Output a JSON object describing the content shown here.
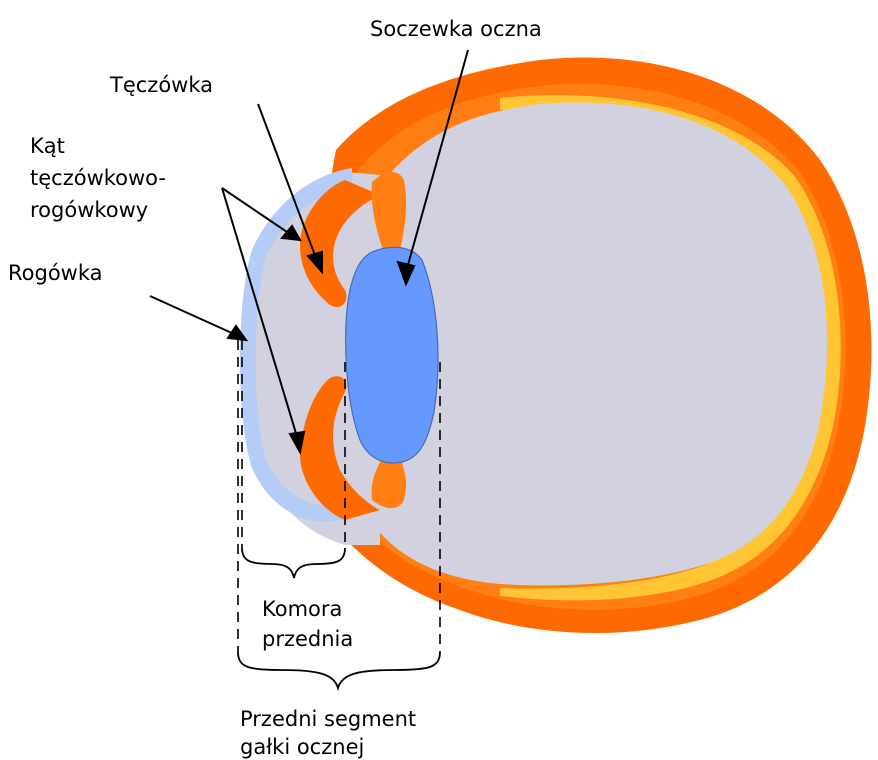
{
  "labels": {
    "soczewka": "Soczewka oczna",
    "teczowka": "Tęczówka",
    "kat_line1": "Kąt",
    "kat_line2": "tęczówkowo-",
    "kat_line3": "rogówkowy",
    "rogowka": "Rogówka",
    "komora_line1": "Komora",
    "komora_line2": "przednia",
    "segment_line1": "Przedni segment",
    "segment_line2": "gałki ocznej"
  },
  "colors": {
    "outer_wall": "#ff6a00",
    "choroid_orange": "#ff8a1c",
    "retina_yellow": "#ffc533",
    "vitreous": "#d1d1e0",
    "cornea": "#b5ccf7",
    "lens": "#6699ff",
    "iris": "#ff6a00",
    "ciliary": "#ff7f14"
  }
}
